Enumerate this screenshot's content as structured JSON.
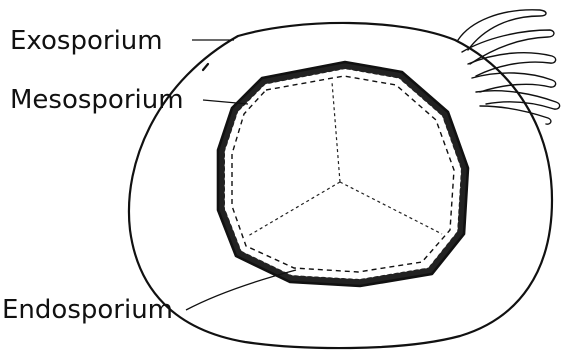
{
  "labels": {
    "exosporium": "Exosporium",
    "mesosporium": "Mesosporium",
    "endosporium": "Endosporium"
  }
}
